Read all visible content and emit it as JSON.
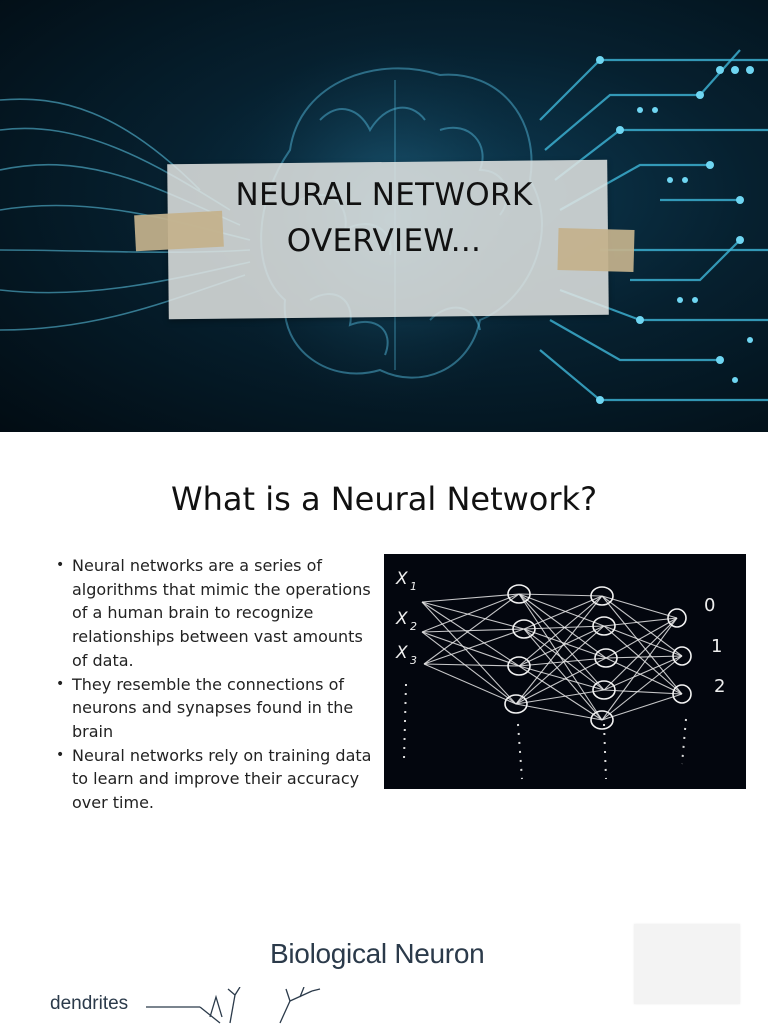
{
  "slides": {
    "title_slide": {
      "title_line1": "NEURAL NETWORK",
      "title_line2": "OVERVIEW..."
    },
    "intro_slide": {
      "heading": "What is a Neural Network?",
      "bullets": [
        "Neural networks are a series of algorithms that mimic the operations of a human brain to recognize relationships between vast amounts of data.",
        "They resemble the connections of neurons and synapses found in the brain",
        "Neural networks rely on training data to learn and improve their accuracy over time."
      ],
      "diagram": {
        "input_labels": [
          "X1",
          "X2",
          "X3"
        ],
        "output_labels": [
          "0",
          "1",
          "2"
        ]
      }
    },
    "neuron_slide": {
      "heading": "Biological Neuron",
      "labels": [
        "dendrites"
      ]
    }
  },
  "colors": {
    "title_background": "#06202f",
    "circuit_glow": "#3fb6d8",
    "card": "#e2e4e2",
    "tape": "#c4b28c",
    "diagram_background": "#03060e",
    "neuron_text": "#2b3a4a"
  }
}
